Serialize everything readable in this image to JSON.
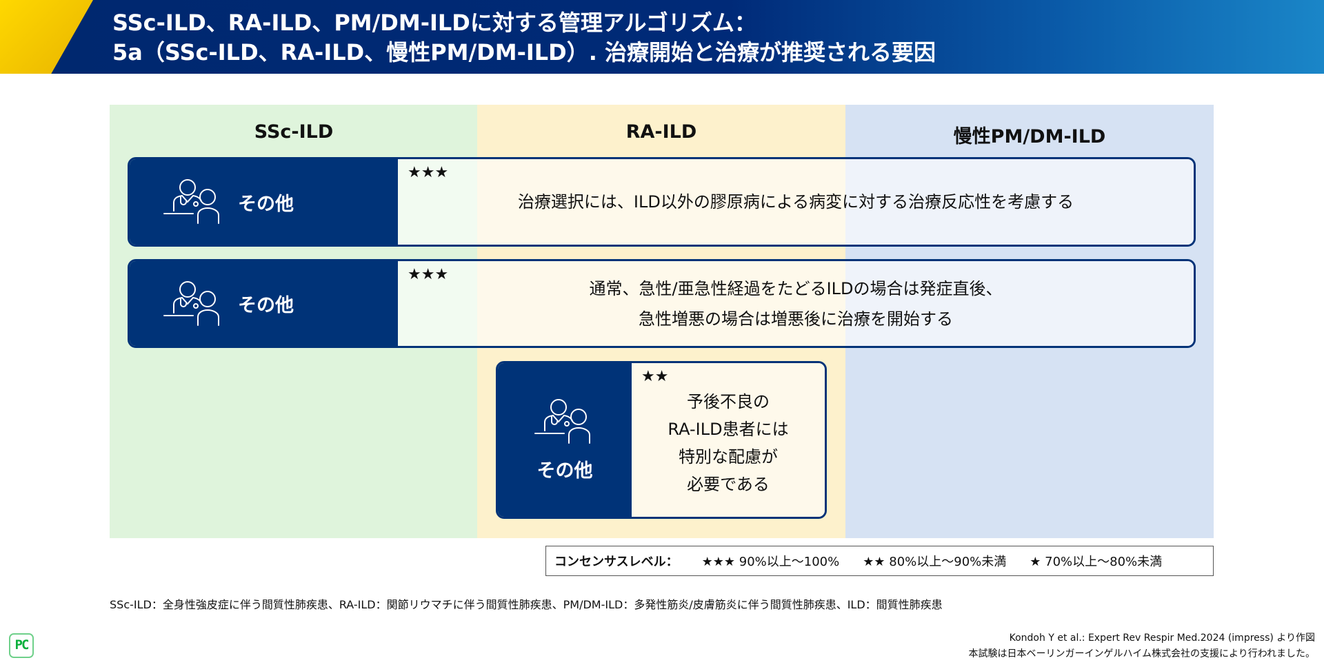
{
  "title": {
    "line1": "SSc-ILD、RA-ILD、PM/DM-ILDに対する管理アルゴリズム：",
    "line2": "5a（SSc-ILD、RA-ILD、慢性PM/DM-ILD）. 治療開始と治療が推奨される要因"
  },
  "columns": [
    {
      "label": "SSc-ILD",
      "color": "#dff4dc"
    },
    {
      "label": "RA-ILD",
      "color": "#fdf1cc"
    },
    {
      "label": "慢性PM/DM-ILD",
      "color": "#d6e2f3"
    }
  ],
  "rows": [
    {
      "category": "その他",
      "stars": "★★★",
      "text": "治療選択には、ILD以外の膠原病による病変に対する治療反応性を考慮する"
    },
    {
      "category": "その他",
      "stars": "★★★",
      "text_line1": "通常、急性/亜急性経過をたどるILDの場合は発症直後、",
      "text_line2": "急性増悪の場合は増悪後に治療を開始する"
    },
    {
      "category": "その他",
      "stars": "★★",
      "lines": [
        "予後不良の",
        "RA-ILD患者には",
        "特別な配慮が",
        "必要である"
      ]
    }
  ],
  "legend": {
    "label": "コンセンサスレベル：",
    "items": [
      "★★★ 90%以上～100%",
      "★★ 80%以上～90%未満",
      "★ 70%以上～80%未満"
    ]
  },
  "footnote": "SSc-ILD：全身性強皮症に伴う間質性肺疾患、RA-ILD：関節リウマチに伴う間質性肺疾患、PM/DM-ILD：多発性筋炎/皮膚筋炎に伴う間質性肺疾患、ILD：間質性肺疾患",
  "citation": "Kondoh Y et al.: Expert Rev Respir Med.2024 (impress) より作図",
  "support": "本試験は日本ベーリンガーインゲルハイム株式会社の支援により行われました。",
  "logo": "PC"
}
